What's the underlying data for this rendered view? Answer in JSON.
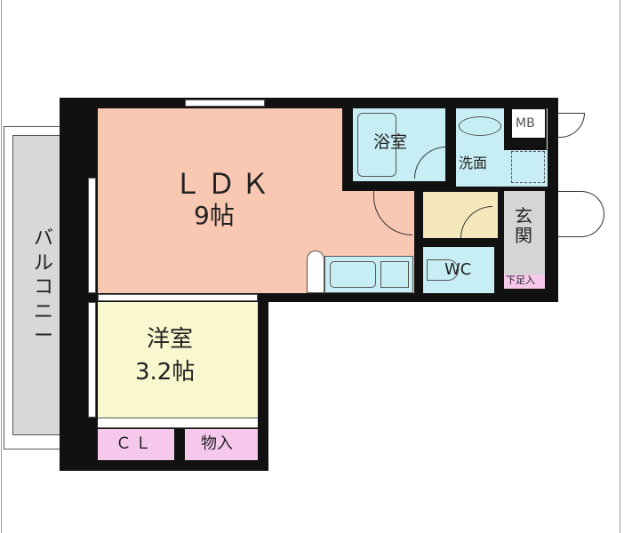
{
  "rooms": {
    "ldk": {
      "name": "ＬＤＫ",
      "size": "9帖"
    },
    "western": {
      "name": "洋室",
      "size": "3.2帖"
    },
    "bath": "浴室",
    "washroom": "洗面",
    "mb": "MB",
    "entrance": "玄\n関",
    "shoe": "下足入",
    "wc": "WC",
    "closet": "ＣＬ",
    "storage": "物入",
    "balcony": "バ\nル\nコ\nニ\nー"
  },
  "colors": {
    "ldk": "#f9c8b3",
    "western": "#f8f7cf",
    "wet": "#c8eef5",
    "hall": "#f4e8bc",
    "entrance": "#d5d5d5",
    "storage": "#f5c8ec",
    "balcony": "#d8d8d8",
    "wall": "#111111"
  }
}
